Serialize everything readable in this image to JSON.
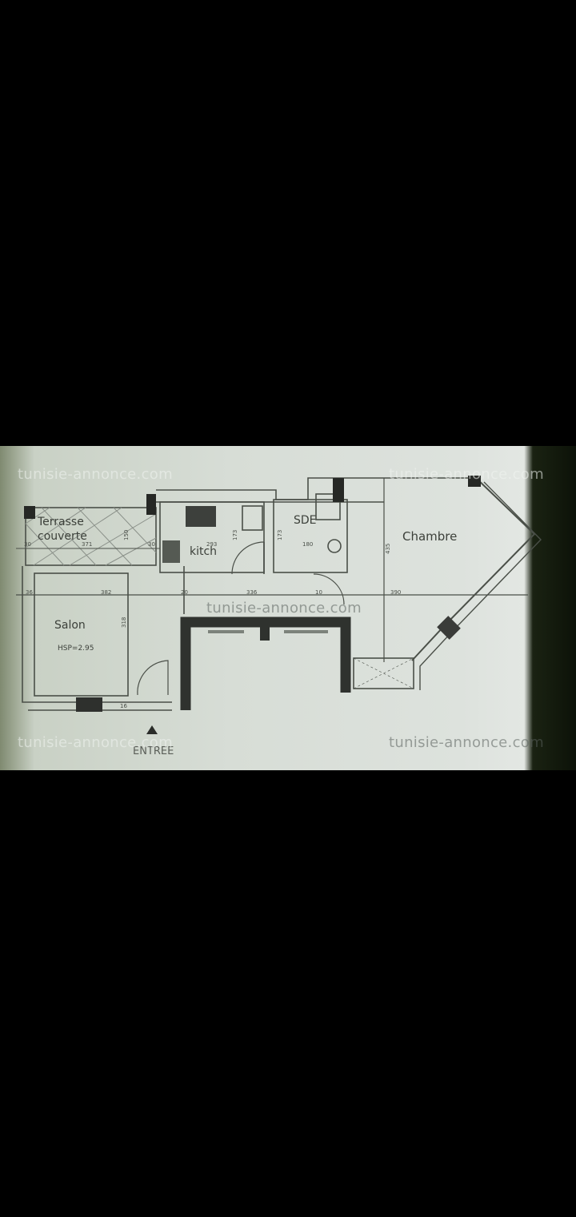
{
  "viewer": {
    "background": "#000000",
    "image_type": "floor plan photo"
  },
  "plan": {
    "rooms": [
      {
        "id": "terrasse",
        "label_line1": "Terrasse",
        "label_line2": "couverte"
      },
      {
        "id": "kitchen",
        "label": "kitch"
      },
      {
        "id": "sde",
        "label": "SDE"
      },
      {
        "id": "chambre",
        "label": "Chambre"
      },
      {
        "id": "salon",
        "label": "Salon",
        "sub_label": "HSP=2.95"
      }
    ],
    "entrance_label": "ENTREE",
    "dimensions": {
      "salon_left": "36",
      "salon_width": "382",
      "salon_right": "20",
      "corridor": "336",
      "door": "10",
      "chambre_width": "390",
      "kitchen_width": "293",
      "sde_width": "180",
      "salon_height": "318",
      "chambre_height": "435",
      "terrasse_width": "371",
      "terrasse_side": "30",
      "terrasse_height": "150",
      "kitchen_height": "173",
      "sde_height": "173",
      "small_16": "16",
      "small_30": "30"
    }
  },
  "watermarks": [
    {
      "text": "tunisie-annonce.com",
      "position": "top-left"
    },
    {
      "text": "tunisie-annonce.com",
      "position": "top-right"
    },
    {
      "text": "tunisie-annonce.com",
      "position": "center"
    },
    {
      "text": "tunisie-annonce.com",
      "position": "bottom-left"
    },
    {
      "text": "tunisie-annonce.com",
      "position": "bottom-right"
    }
  ]
}
